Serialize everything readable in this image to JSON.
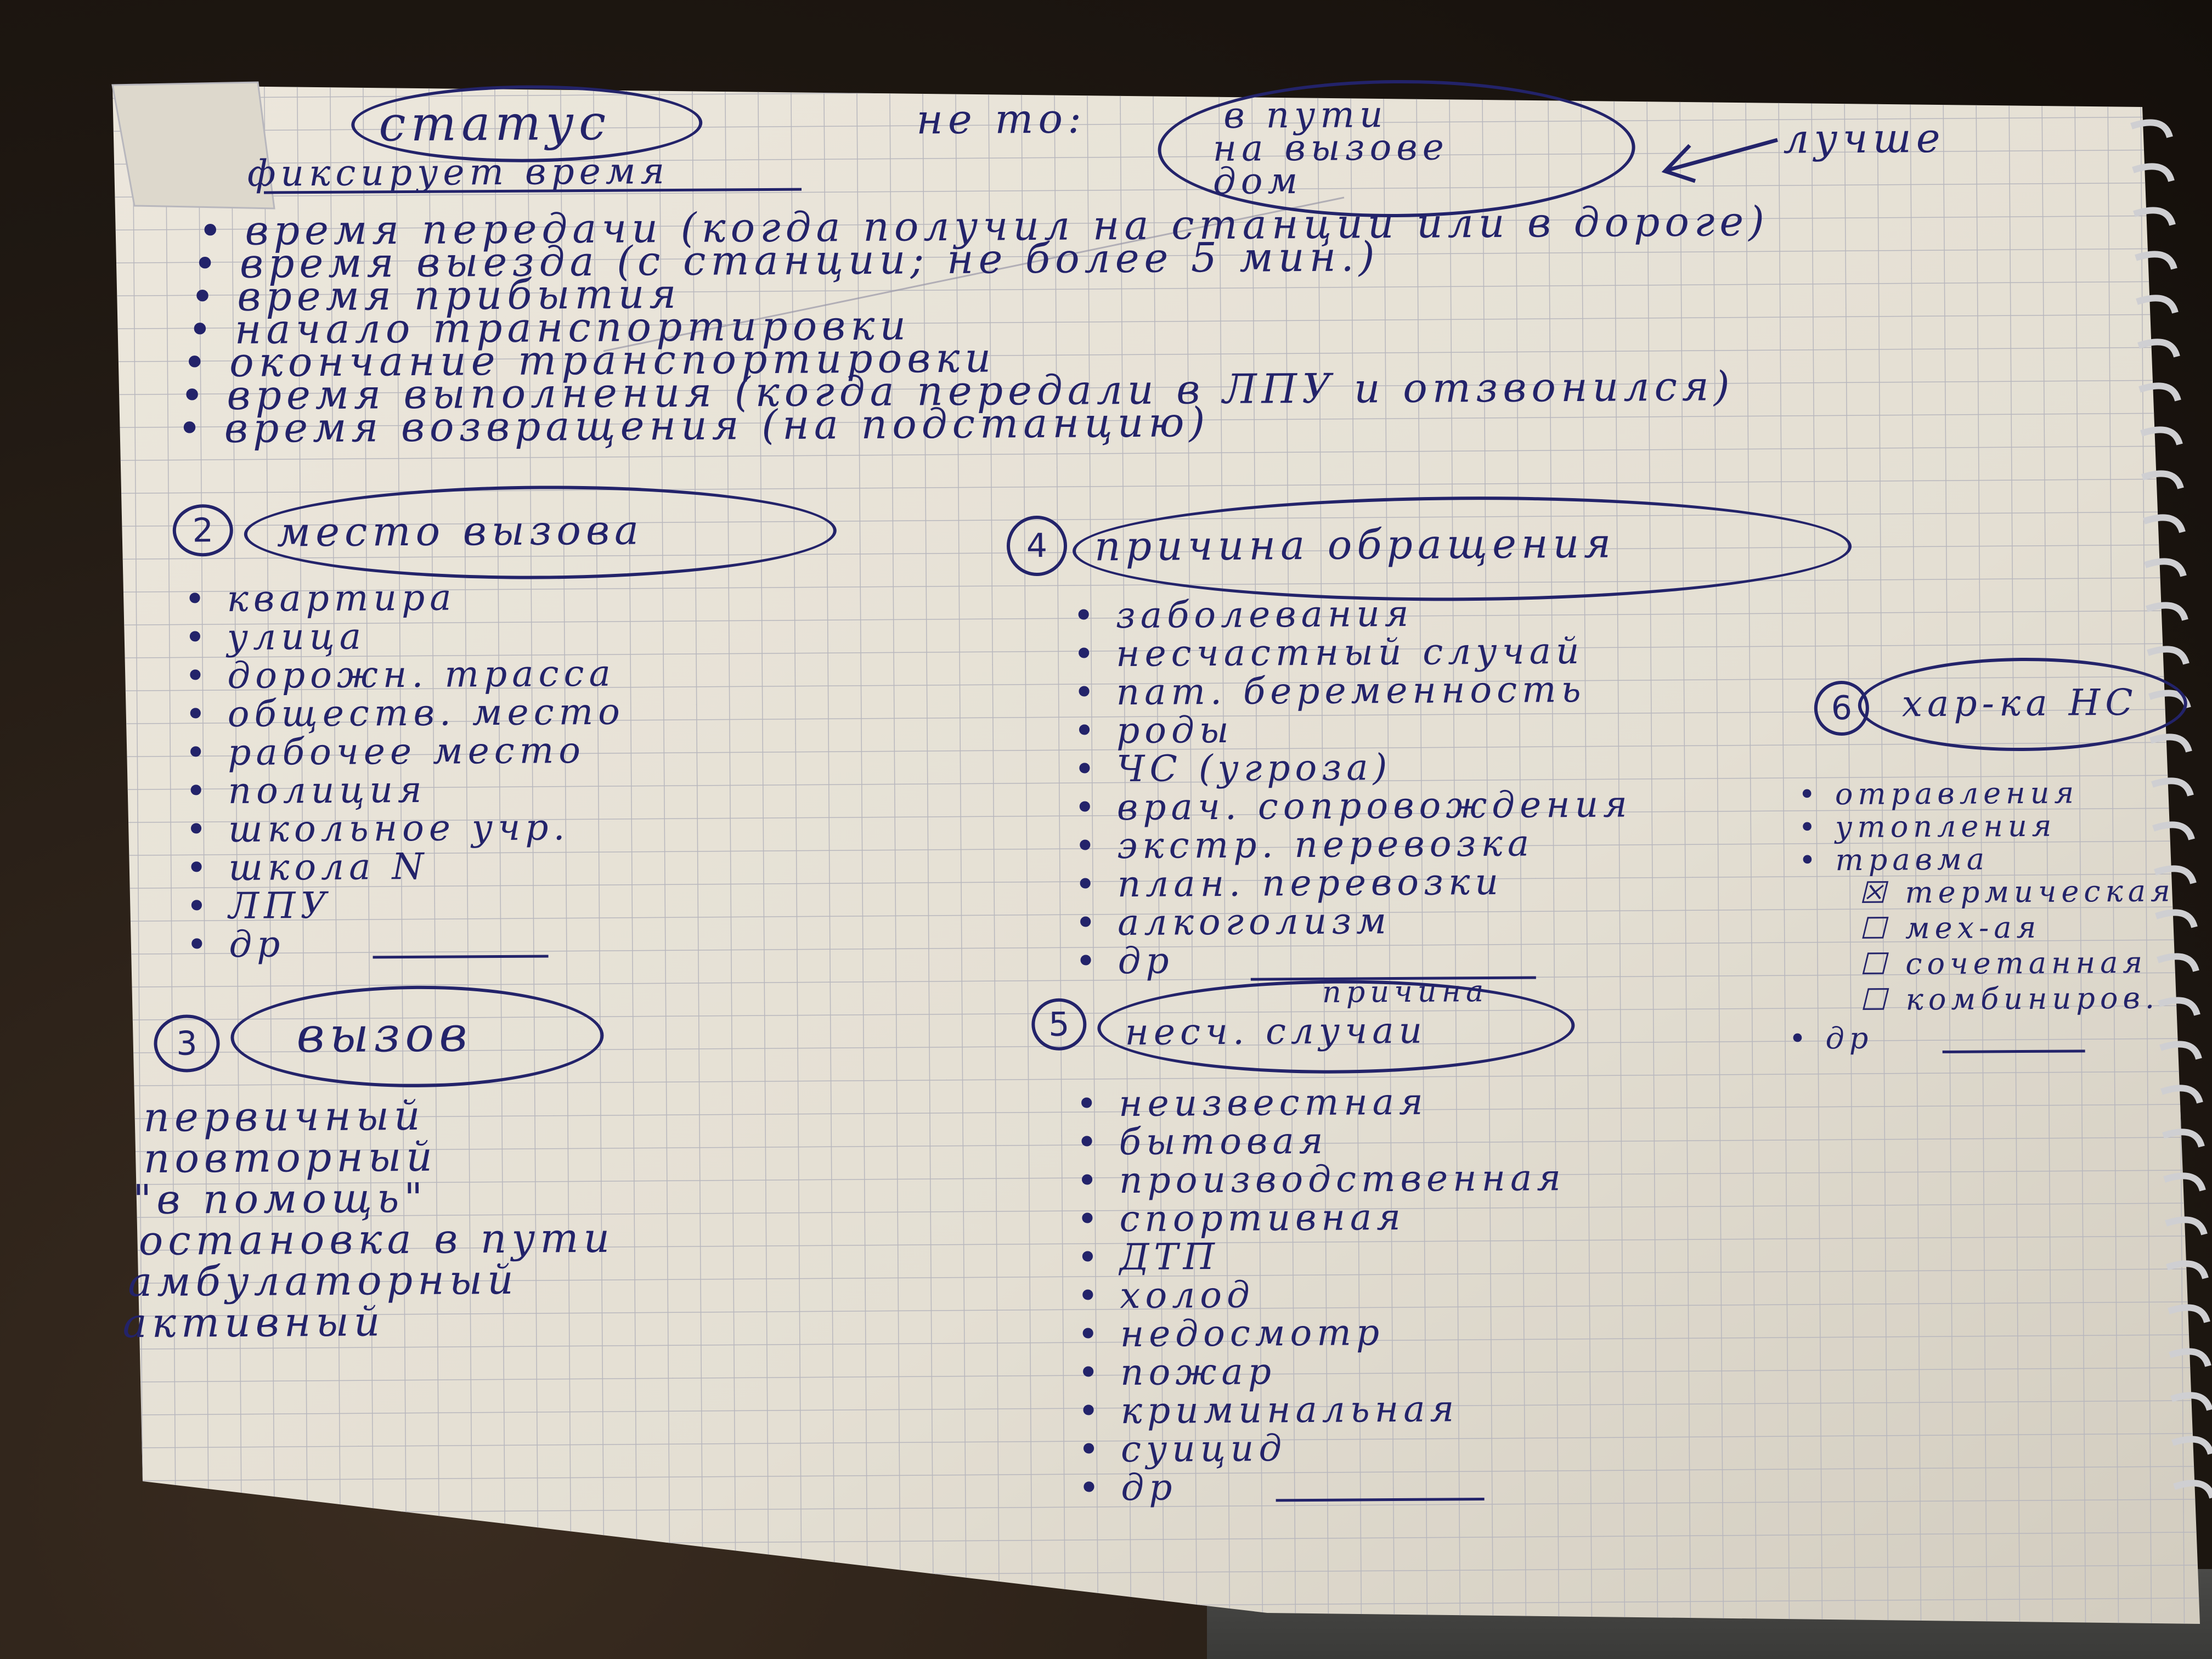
{
  "colors": {
    "ink": "#23236a",
    "paper": "#e6e1d6",
    "grid": "#b8b7bd",
    "background": "#1f1812"
  },
  "status": {
    "title": "статус",
    "subtitle": "фиксирует время",
    "arrow_note": "не то:",
    "circled_note": [
      "в пути",
      "на вызове",
      "дом"
    ],
    "arrow_label": "лучше",
    "items": [
      "время передачи (когда получил на станции или в дороге)",
      "время выезда (с станции; не более 5 мин.)",
      "время прибытия",
      "начало транспортировки",
      "окончание транспортировки",
      "время выполнения (когда передали в ЛПУ и отзвонился)",
      "время возвращения (на подстанцию)"
    ]
  },
  "sec2": {
    "number": "2",
    "title": "место вызова",
    "items": [
      "квартира",
      "улица",
      "дорожн. трасса",
      "обществ. место",
      "рабочее место",
      "полиция",
      "школьное учр.",
      "школа N",
      "ЛПУ",
      "др"
    ]
  },
  "sec3": {
    "number": "3",
    "title": "вызов",
    "items": [
      "первичный",
      "повторный",
      "\"в помощь\"",
      "остановка в пути",
      "амбулаторный",
      "активный"
    ]
  },
  "sec4": {
    "number": "4",
    "title": "причина обращения",
    "items": [
      "заболевания",
      "несчастный случай",
      "пат. беременность",
      "роды",
      "ЧС (угроза)",
      "врач. сопровождения",
      "экстр. перевозка",
      "план. перевозки",
      "алкоголизм",
      "др"
    ]
  },
  "sec5": {
    "number": "5",
    "title_top": "причина",
    "title": "несч. случаи",
    "items": [
      "неизвестная",
      "бытовая",
      "производственная",
      "спортивная",
      "ДТП",
      "холод",
      "недосмотр",
      "пожар",
      "криминальная",
      "суицид",
      "др"
    ]
  },
  "sec6": {
    "number": "6",
    "title": "хар-ка НС",
    "items": [
      "отравления",
      "утопления",
      "травма"
    ],
    "trauma_types": [
      "термическая",
      "мех-ая",
      "сочетанная",
      "комбиниров."
    ],
    "other": "др"
  }
}
